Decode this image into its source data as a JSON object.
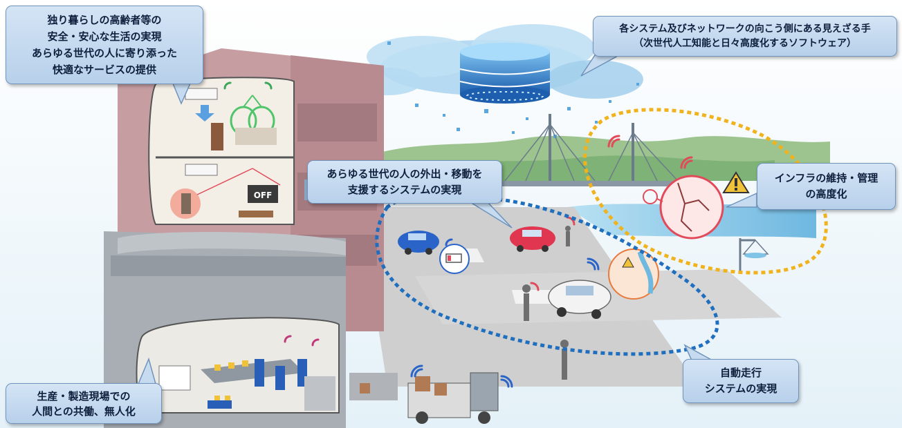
{
  "callouts": {
    "elderly_living": {
      "lines": [
        "独り暮らしの高齢者等の",
        "安全・安心な生活の実現",
        "あらゆる世代の人に寄り添った",
        "快適なサービスの提供"
      ]
    },
    "invisible_hand": {
      "lines": [
        "各システム及びネットワークの向こう側にある見えざる手",
        "（次世代人工知能と日々高度化するソフトウェア）"
      ]
    },
    "mobility_support": {
      "lines": [
        "あらゆる世代の人の外出・移動を",
        "支援するシステムの実現"
      ]
    },
    "infrastructure": {
      "lines": [
        "インフラの維持・管理",
        "の高度化"
      ]
    },
    "autonomous_driving": {
      "lines": [
        "自動走行",
        "システムの実現"
      ]
    },
    "manufacturing": {
      "lines": [
        "生産・製造現場での",
        "人間との共働、無人化"
      ]
    }
  },
  "scene": {
    "tv_label": "OFF",
    "colors": {
      "sky": "#eef6fb",
      "cloud": "#a9d3ee",
      "server": "#2c7fd0",
      "building": "#c69ea2",
      "road": "#c9c9c9",
      "river": "#7fc3e6",
      "autonomous_circle": "#1f6fbe",
      "infrastructure_circle": "#f0b31e",
      "callout_fill": "#c6dbf0",
      "callout_border": "#6f93bd",
      "signal_red": "#e24a5a",
      "signal_blue": "#2a64c8"
    }
  }
}
